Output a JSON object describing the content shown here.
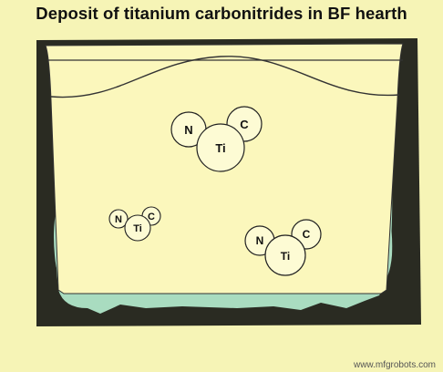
{
  "title": "Deposit of titanium carbonitrides in BF hearth",
  "molecules": [
    {
      "id": "top",
      "labels": {
        "n": "N",
        "c": "C",
        "ti": "Ti"
      }
    },
    {
      "id": "left",
      "labels": {
        "n": "N",
        "c": "C",
        "ti": "Ti"
      }
    },
    {
      "id": "right",
      "labels": {
        "n": "N",
        "c": "C",
        "ti": "Ti"
      }
    }
  ],
  "watermark": "www.mfgrobots.com",
  "colors": {
    "background": "#f6f4b6",
    "hearth_fill": "#fbf7bc",
    "refractory": "#2a2b22",
    "deposit": "#a9dcc0",
    "atom_fill": "#fdfbd4",
    "outline": "#1a1a1a"
  }
}
